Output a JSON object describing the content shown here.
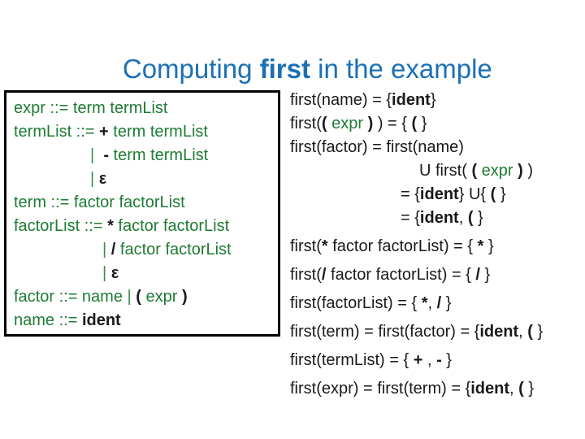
{
  "title": {
    "pre": "Computing ",
    "em": "first",
    "post": " in the example"
  },
  "colors": {
    "title_blue": "#1b70b5",
    "grammar_green": "#1e7b34",
    "text_black": "#1a1a1a",
    "background": "#ffffff",
    "box_border": "#000000"
  },
  "grammar": {
    "lines": [
      {
        "ind": 0,
        "spans": [
          [
            "g",
            "expr ::= term termList"
          ]
        ]
      },
      {
        "ind": 0,
        "spans": [
          [
            "g",
            "termList ::= "
          ],
          [
            "b",
            "+ "
          ],
          [
            "g",
            "term termList"
          ]
        ]
      },
      {
        "ind": 1,
        "spans": [
          [
            "p",
            "|  "
          ],
          [
            "b",
            "- "
          ],
          [
            "g",
            "term termList"
          ]
        ]
      },
      {
        "ind": 1,
        "spans": [
          [
            "p",
            "| "
          ],
          [
            "b",
            "ε"
          ]
        ]
      },
      {
        "ind": 0,
        "spans": [
          [
            "g",
            "term ::= factor factorList"
          ]
        ]
      },
      {
        "ind": 0,
        "spans": [
          [
            "g",
            "factorList ::= "
          ],
          [
            "b",
            "* "
          ],
          [
            "g",
            "factor factorList"
          ]
        ]
      },
      {
        "ind": 2,
        "spans": [
          [
            "p",
            "| "
          ],
          [
            "b",
            "/ "
          ],
          [
            "g",
            "factor factorList"
          ]
        ]
      },
      {
        "ind": 2,
        "spans": [
          [
            "p",
            "| "
          ],
          [
            "b",
            "ε"
          ]
        ]
      },
      {
        "ind": 0,
        "spans": [
          [
            "g",
            "factor ::= name "
          ],
          [
            "p",
            "| "
          ],
          [
            "b",
            "( "
          ],
          [
            "g",
            "expr "
          ],
          [
            "b",
            ")"
          ]
        ]
      },
      {
        "ind": 0,
        "spans": [
          [
            "g",
            "name ::= "
          ],
          [
            "b",
            "ident"
          ]
        ]
      }
    ]
  },
  "first_sets": {
    "lines": [
      {
        "cls": "",
        "spans": [
          [
            "n",
            "first(name) = {"
          ],
          [
            "b",
            "ident"
          ],
          [
            "n",
            "}"
          ]
        ]
      },
      {
        "cls": "",
        "spans": [
          [
            "n",
            "first("
          ],
          [
            "b",
            "("
          ],
          [
            "n",
            " "
          ],
          [
            "g",
            "expr"
          ],
          [
            "n",
            " "
          ],
          [
            "b",
            ")"
          ],
          [
            "n",
            " ) = { "
          ],
          [
            "b",
            "("
          ],
          [
            "n",
            " }"
          ]
        ]
      },
      {
        "cls": "",
        "spans": [
          [
            "n",
            "first(factor) = first(name)"
          ]
        ]
      },
      {
        "cls": "u",
        "spans": [
          [
            "n",
            "U first( "
          ],
          [
            "b",
            "("
          ],
          [
            "n",
            " "
          ],
          [
            "g",
            "expr"
          ],
          [
            "n",
            " "
          ],
          [
            "b",
            ")"
          ],
          [
            "n",
            " )"
          ]
        ]
      },
      {
        "cls": "eq",
        "spans": [
          [
            "n",
            "= {"
          ],
          [
            "b",
            "ident"
          ],
          [
            "n",
            "} U{ "
          ],
          [
            "b",
            "("
          ],
          [
            "n",
            " }"
          ]
        ]
      },
      {
        "cls": "eq",
        "spans": [
          [
            "n",
            "= {"
          ],
          [
            "b",
            "ident"
          ],
          [
            "n",
            ", "
          ],
          [
            "b",
            "("
          ],
          [
            "n",
            " }"
          ]
        ]
      },
      {
        "cls": "sp",
        "spans": [
          [
            "n",
            "first("
          ],
          [
            "b",
            "*"
          ],
          [
            "n",
            " factor factorList) = { "
          ],
          [
            "b",
            "*"
          ],
          [
            "n",
            " }"
          ]
        ]
      },
      {
        "cls": "sp",
        "spans": [
          [
            "n",
            "first("
          ],
          [
            "b",
            "/"
          ],
          [
            "n",
            " factor factorList) = { "
          ],
          [
            "b",
            "/"
          ],
          [
            "n",
            " }"
          ]
        ]
      },
      {
        "cls": "sp",
        "spans": [
          [
            "n",
            "first(factorList) = { "
          ],
          [
            "b",
            "*"
          ],
          [
            "n",
            ", "
          ],
          [
            "b",
            "/"
          ],
          [
            "n",
            " }"
          ]
        ]
      },
      {
        "cls": "sp",
        "spans": [
          [
            "n",
            "first(term) = first(factor) = {"
          ],
          [
            "b",
            "ident"
          ],
          [
            "n",
            ", "
          ],
          [
            "b",
            "("
          ],
          [
            "n",
            " }"
          ]
        ]
      },
      {
        "cls": "sp",
        "spans": [
          [
            "n",
            "first(termList) = { "
          ],
          [
            "b",
            "+"
          ],
          [
            "n",
            " , "
          ],
          [
            "b",
            "-"
          ],
          [
            "n",
            " }"
          ]
        ]
      },
      {
        "cls": "sp",
        "spans": [
          [
            "n",
            "first(expr) = first(term) = {"
          ],
          [
            "b",
            "ident"
          ],
          [
            "n",
            ", "
          ],
          [
            "b",
            "("
          ],
          [
            "n",
            " }"
          ]
        ]
      }
    ]
  }
}
